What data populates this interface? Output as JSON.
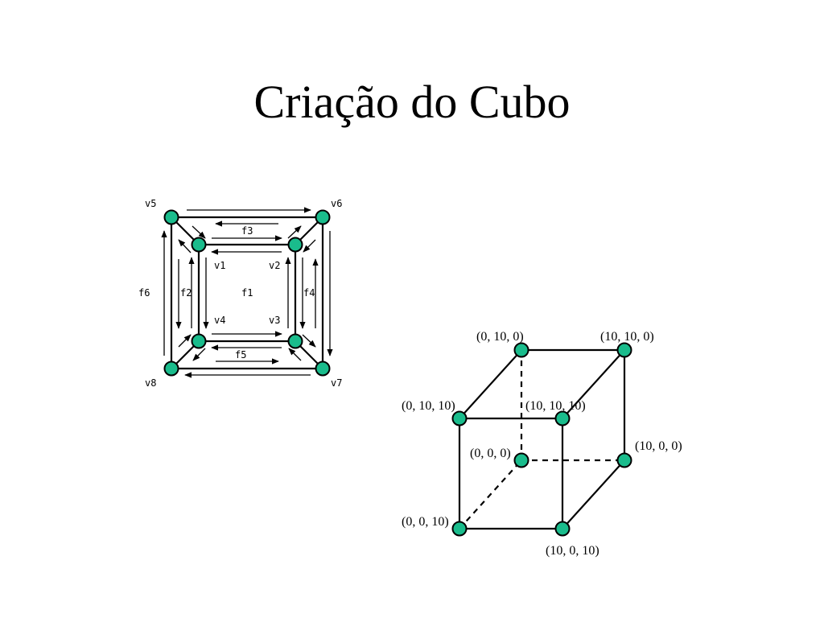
{
  "title": "Criação do Cubo",
  "colors": {
    "vertex_fill": "#1abc8c",
    "stroke": "#000000"
  },
  "graph": {
    "vertices": {
      "v1": "v1",
      "v2": "v2",
      "v3": "v3",
      "v4": "v4",
      "v5": "v5",
      "v6": "v6",
      "v7": "v7",
      "v8": "v8"
    },
    "faces": {
      "f1": "f1",
      "f2": "f2",
      "f3": "f3",
      "f4": "f4",
      "f5": "f5",
      "f6": "f6"
    }
  },
  "cube": {
    "back_top_left": "(0, 10, 0)",
    "back_top_right": "(10, 10, 0)",
    "front_top_left": "(0, 10, 10)",
    "front_top_right": "(10, 10, 10)",
    "back_bottom_left": "(0, 0, 0)",
    "back_bottom_right": "(10, 0, 0)",
    "front_bottom_left": "(0, 0, 10)",
    "front_bottom_right": "(10, 0, 10)"
  }
}
